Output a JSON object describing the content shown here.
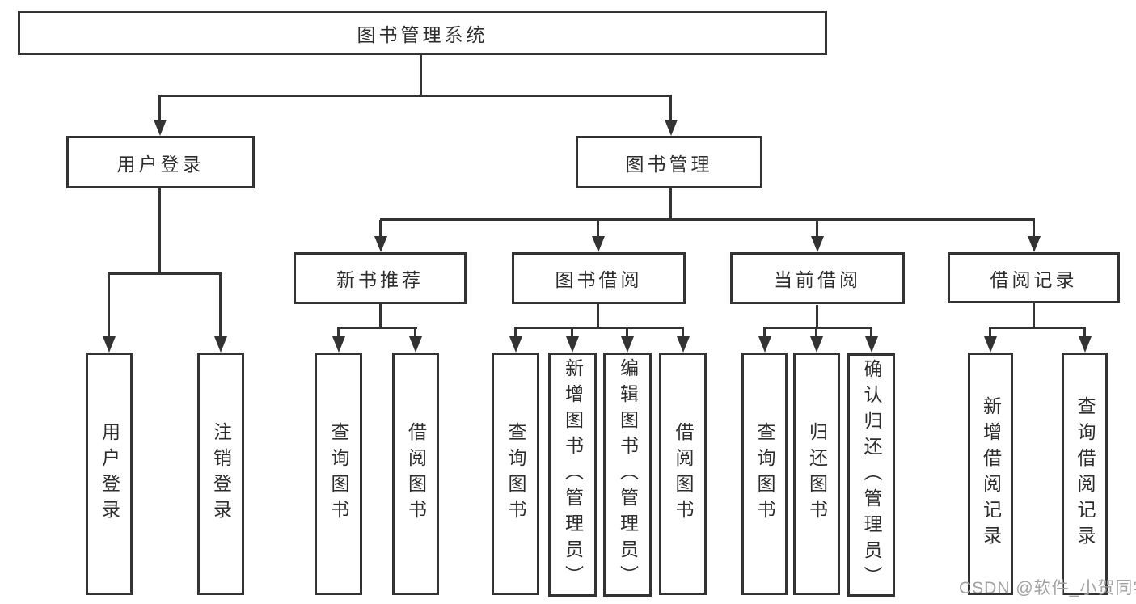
{
  "title": "图书管理系统",
  "tree": {
    "root": {
      "label": "图书管理系统"
    },
    "branches": [
      {
        "label": "用户登录",
        "children": [
          {
            "label": "用户登录"
          },
          {
            "label": "注销登录"
          }
        ]
      },
      {
        "label": "图书管理",
        "children": [
          {
            "label": "新书推荐",
            "children": [
              {
                "label": "查询图书"
              },
              {
                "label": "借阅图书"
              }
            ]
          },
          {
            "label": "图书借阅",
            "children": [
              {
                "label": "查询图书"
              },
              {
                "label": "新增图书（管理员）"
              },
              {
                "label": "编辑图书（管理员）"
              },
              {
                "label": "借阅图书"
              }
            ]
          },
          {
            "label": "当前借阅",
            "children": [
              {
                "label": "查询图书"
              },
              {
                "label": "归还图书"
              },
              {
                "label": "确认归还（管理员）"
              }
            ]
          },
          {
            "label": "借阅记录",
            "children": [
              {
                "label": "新增借阅记录"
              },
              {
                "label": "查询借阅记录"
              }
            ]
          }
        ]
      }
    ]
  },
  "watermark": {
    "text": "CSDN @软件_小贺同学"
  },
  "colors": {
    "line": "#333333",
    "box_border": "#333333",
    "text": "#2d2d2d",
    "background": "#ffffff",
    "watermark": "#a2a2a2"
  }
}
